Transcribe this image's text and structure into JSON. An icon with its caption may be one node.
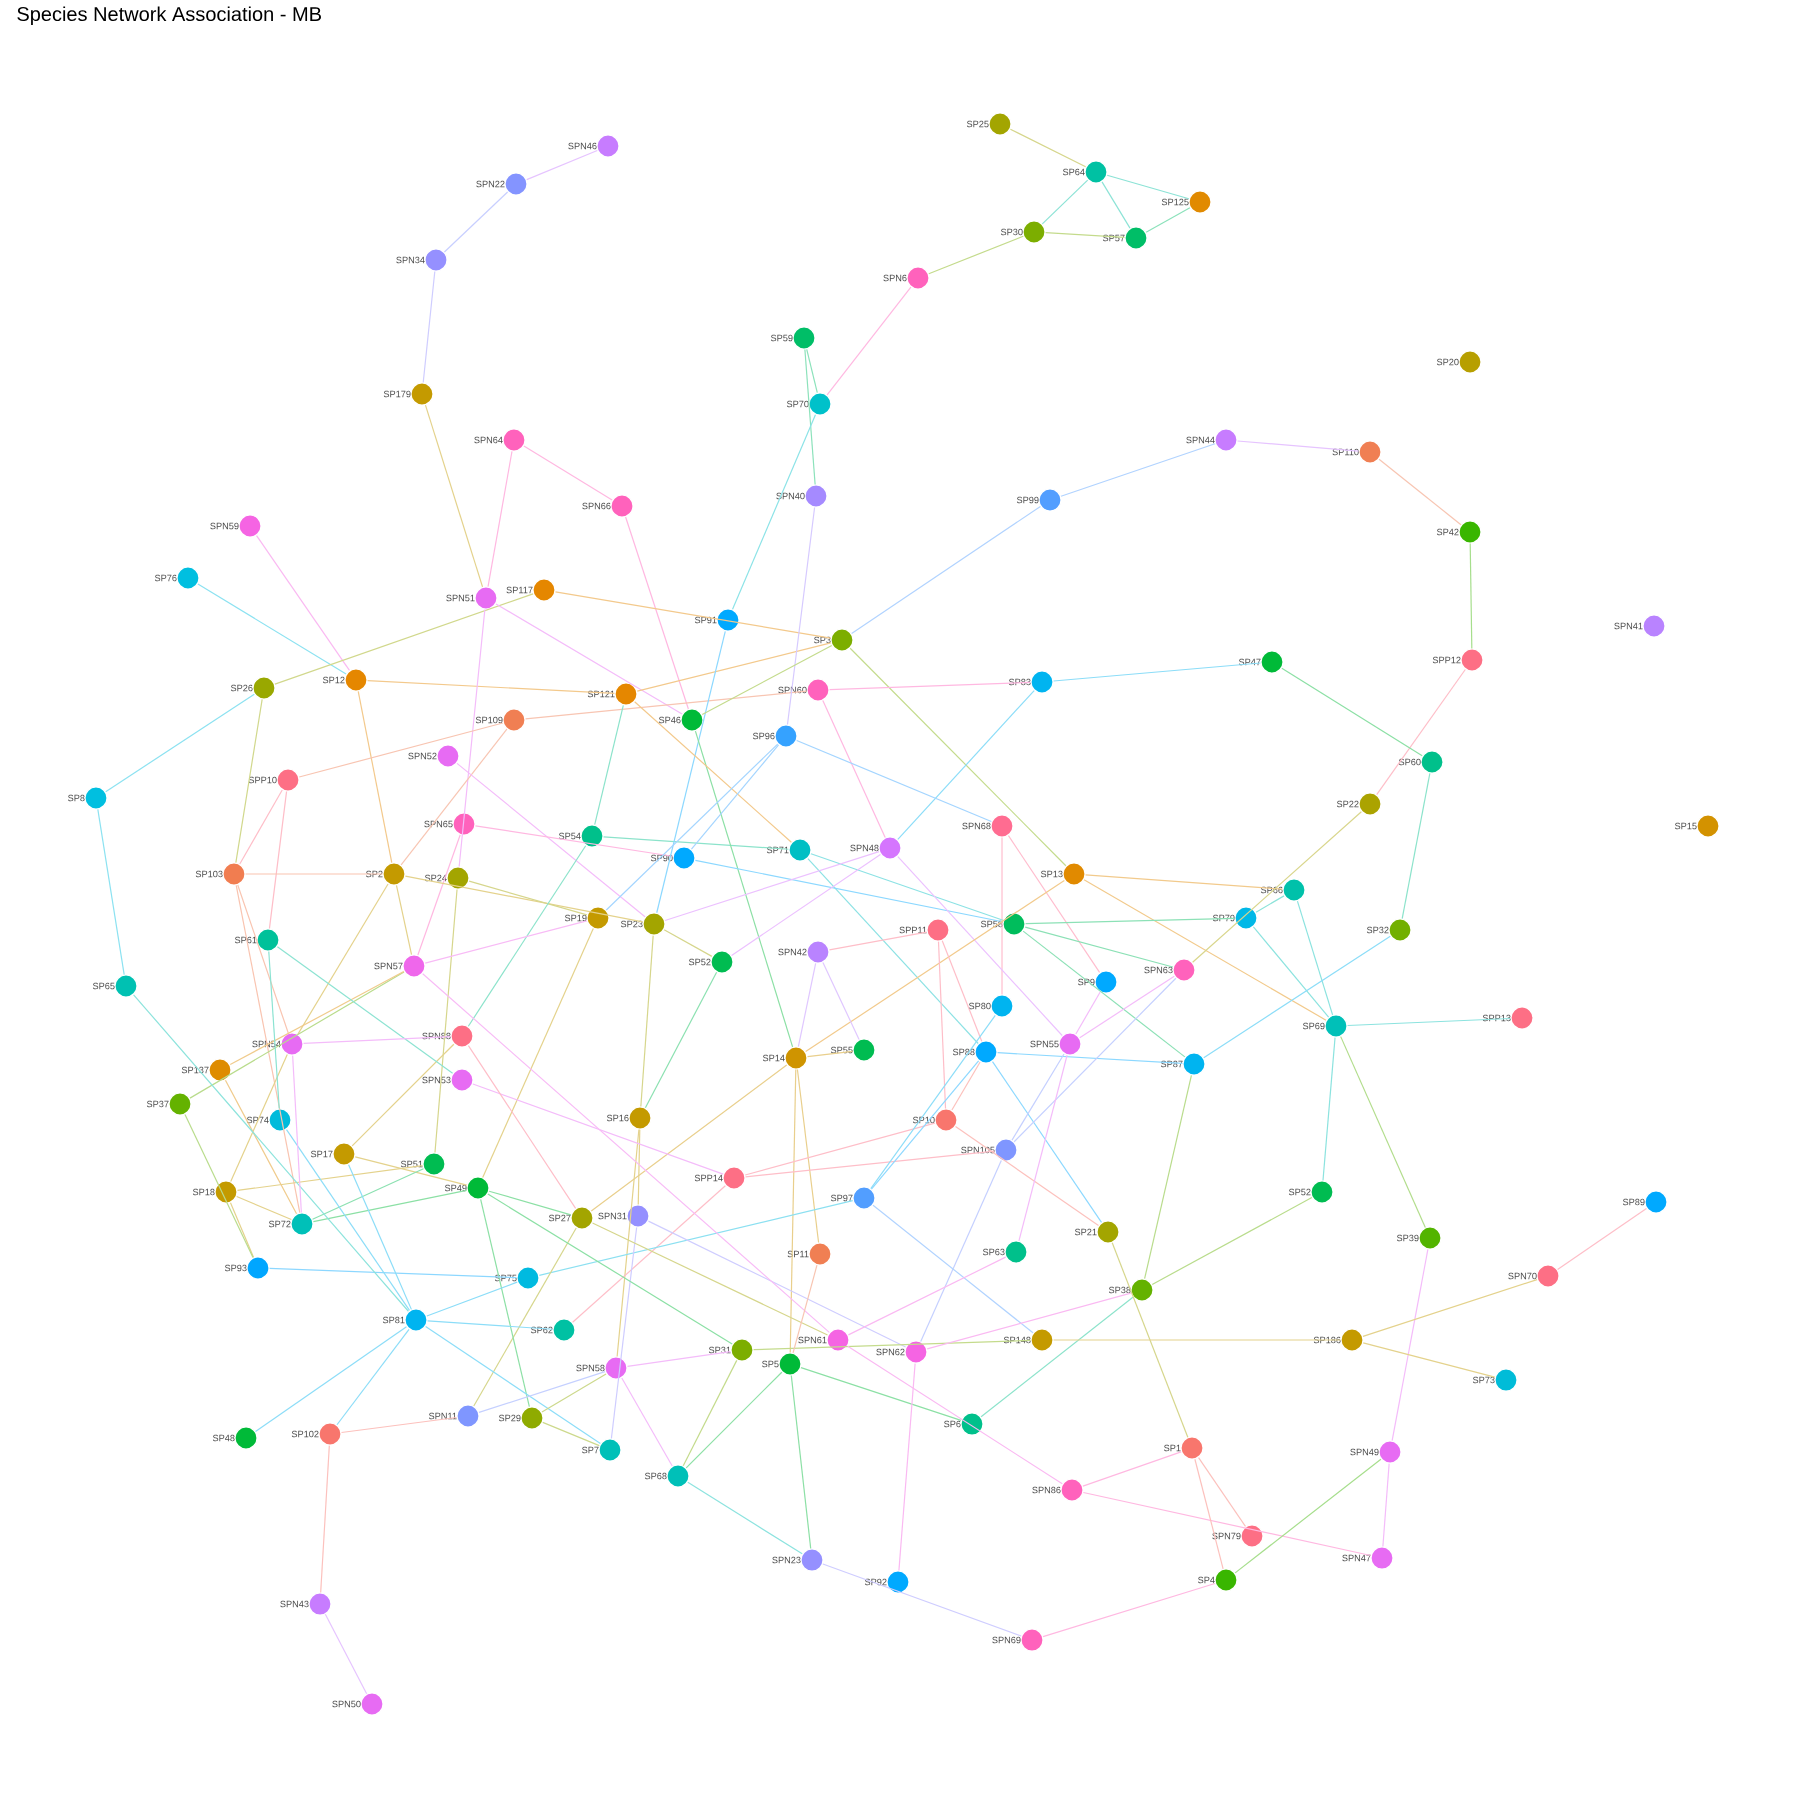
{
  "diagram": {
    "title": "Species Network Association - MB",
    "nodes": [
      {
        "text": [
          "SPN46"
        ]
      },
      {
        "text": [
          "SPN22"
        ]
      },
      {
        "text": [
          "SPN34"
        ]
      },
      {
        "text": [
          "SP179"
        ]
      },
      {
        "text": [
          "SPN64"
        ]
      },
      {
        "text": [
          "SPN66"
        ]
      },
      {
        "text": [
          "SPN59"
        ]
      },
      {
        "text": [
          "SP76"
        ]
      },
      {
        "text": [
          "SPN51"
        ]
      },
      {
        "text": [
          "SP117"
        ]
      },
      {
        "text": [
          "SP26"
        ]
      },
      {
        "text": [
          "SP12"
        ]
      },
      {
        "text": [
          "SP121"
        ]
      },
      {
        "text": [
          "SP109"
        ]
      },
      {
        "text": [
          "SPN52"
        ]
      },
      {
        "text": [
          "SPP10"
        ]
      },
      {
        "text": [
          "SP8"
        ]
      },
      {
        "text": [
          "SPN65"
        ]
      },
      {
        "text": [
          "SP103"
        ]
      },
      {
        "text": [
          "SP2"
        ]
      },
      {
        "text": [
          "SP24"
        ]
      },
      {
        "text": [
          "SP19"
        ]
      },
      {
        "text": [
          "SP54"
        ]
      },
      {
        "text": [
          "SP25"
        ]
      },
      {
        "text": [
          "SP64"
        ]
      },
      {
        "text": [
          "SP125"
        ]
      },
      {
        "text": [
          "SP30"
        ]
      },
      {
        "text": [
          "SP57"
        ]
      },
      {
        "text": [
          "SPN6"
        ]
      },
      {
        "text": [
          "SP59"
        ]
      },
      {
        "text": [
          "SP70"
        ]
      },
      {
        "text": [
          "SPN40"
        ]
      },
      {
        "text": [
          "SP99"
        ]
      },
      {
        "text": [
          "SPN44"
        ]
      },
      {
        "text": [
          "SP91"
        ]
      },
      {
        "text": [
          "SP3"
        ]
      },
      {
        "text": [
          "SPN60"
        ]
      },
      {
        "text": [
          "SP83"
        ]
      },
      {
        "text": [
          "SP46"
        ]
      },
      {
        "text": [
          "SP96"
        ]
      },
      {
        "text": [
          "SPN68"
        ]
      },
      {
        "text": [
          "SP71"
        ]
      },
      {
        "text": [
          "SP90"
        ]
      },
      {
        "text": [
          "SPN48"
        ]
      },
      {
        "text": [
          "SP13"
        ]
      },
      {
        "text": [
          "SP23"
        ]
      },
      {
        "text": [
          "SPP11"
        ]
      },
      {
        "text": [
          "SP58"
        ]
      },
      {
        "text": [
          "SP20"
        ]
      },
      {
        "text": [
          "SP110"
        ]
      },
      {
        "text": [
          "SP42"
        ]
      },
      {
        "text": [
          "SPN41"
        ]
      },
      {
        "text": [
          "SPP12"
        ]
      },
      {
        "text": [
          "SP47"
        ]
      },
      {
        "text": [
          "SP60"
        ]
      },
      {
        "text": [
          "SP22"
        ]
      },
      {
        "text": [
          "SP15"
        ]
      },
      {
        "text": [
          "SP66"
        ]
      },
      {
        "text": [
          "SP79"
        ]
      },
      {
        "text": [
          "SP32"
        ]
      },
      {
        "text": [
          "SP61"
        ]
      },
      {
        "text": [
          "SPN57"
        ]
      },
      {
        "text": [
          "SP65"
        ]
      },
      {
        "text": [
          "SPN54"
        ]
      },
      {
        "text": [
          "SPN88"
        ]
      },
      {
        "text": [
          "SP137"
        ]
      },
      {
        "text": [
          "SPN53"
        ]
      },
      {
        "text": [
          "SP37"
        ]
      },
      {
        "text": [
          "SP74"
        ]
      },
      {
        "text": [
          "SP17"
        ]
      },
      {
        "text": [
          "SP51"
        ]
      },
      {
        "text": [
          "SP49"
        ]
      },
      {
        "text": [
          "SP18"
        ]
      },
      {
        "text": [
          "SP72"
        ]
      },
      {
        "text": [
          "SP27"
        ]
      },
      {
        "text": [
          "SPN31"
        ]
      },
      {
        "text": [
          "SP93"
        ]
      },
      {
        "text": [
          "SP75"
        ]
      },
      {
        "text": [
          "SP81"
        ]
      },
      {
        "text": [
          "SP62"
        ]
      },
      {
        "text": [
          "SPN58"
        ]
      },
      {
        "text": [
          "SPN11"
        ]
      },
      {
        "text": [
          "SP29"
        ]
      },
      {
        "text": [
          "SP48"
        ]
      },
      {
        "text": [
          "SP102"
        ]
      },
      {
        "text": [
          "SP7"
        ]
      },
      {
        "text": [
          "SPN43"
        ]
      },
      {
        "text": [
          "SPN50"
        ]
      },
      {
        "text": [
          "SPN42"
        ]
      },
      {
        "text": [
          "SP52"
        ]
      },
      {
        "text": [
          "SP9"
        ]
      },
      {
        "text": [
          "SPN63"
        ]
      },
      {
        "text": [
          "SP80"
        ]
      },
      {
        "text": [
          "SPN55"
        ]
      },
      {
        "text": [
          "SP88"
        ]
      },
      {
        "text": [
          "SP87"
        ]
      },
      {
        "text": [
          "SP14"
        ]
      },
      {
        "text": [
          "SP55"
        ]
      },
      {
        "text": [
          "SP16"
        ]
      },
      {
        "text": [
          "SP10"
        ]
      },
      {
        "text": [
          "SPN105"
        ]
      },
      {
        "text": [
          "SPP14"
        ]
      },
      {
        "text": [
          "SP97"
        ]
      },
      {
        "text": [
          "SP21"
        ]
      },
      {
        "text": [
          "SP11"
        ]
      },
      {
        "text": [
          "SP63"
        ]
      },
      {
        "text": [
          "SP38"
        ]
      },
      {
        "text": [
          "SPN61"
        ]
      },
      {
        "text": [
          "SP148"
        ]
      },
      {
        "text": [
          "SP31"
        ]
      },
      {
        "text": [
          "SPN62"
        ]
      },
      {
        "text": [
          "SP5"
        ]
      },
      {
        "text": [
          "SP6"
        ]
      },
      {
        "text": [
          "SP1"
        ]
      },
      {
        "text": [
          "SPN86"
        ]
      },
      {
        "text": [
          "SP68"
        ]
      },
      {
        "text": [
          "SPN23"
        ]
      },
      {
        "text": [
          "SP92"
        ]
      },
      {
        "text": [
          "SPN69"
        ]
      },
      {
        "text": [
          "SP69"
        ]
      },
      {
        "text": [
          "SPP13"
        ]
      },
      {
        "text": [
          "SP52"
        ]
      },
      {
        "text": [
          "SP39"
        ]
      },
      {
        "text": [
          "SP89"
        ]
      },
      {
        "text": [
          "SPN70"
        ]
      },
      {
        "text": [
          "SP186"
        ]
      },
      {
        "text": [
          "SP73"
        ]
      },
      {
        "text": [
          "SPN49"
        ]
      },
      {
        "text": [
          "SPN79"
        ]
      },
      {
        "text": [
          "SPN47"
        ]
      },
      {
        "text": [
          "SP4"
        ]
      }
    ],
    "edges": [
      {
        "from": 0,
        "to": 1,
        "arrow": "none",
        "color": "#e6c4ff"
      },
      {
        "from": 1,
        "to": 2,
        "arrow": "none",
        "color": "#c8cfff"
      },
      {
        "from": 2,
        "to": 3,
        "arrow": "none",
        "color": "#cfcdff"
      },
      {
        "from": 3,
        "to": 8,
        "arrow": "none",
        "color": "#e4d28c"
      },
      {
        "from": 4,
        "to": 8,
        "arrow": "none",
        "color": "#ffb8e1"
      },
      {
        "from": 4,
        "to": 5,
        "arrow": "none",
        "color": "#ffb8e1"
      },
      {
        "from": 5,
        "to": 38,
        "arrow": "none",
        "color": "#ffb8e1"
      },
      {
        "from": 6,
        "to": 11,
        "arrow": "none",
        "color": "#fab9f2"
      },
      {
        "from": 7,
        "to": 11,
        "arrow": "none",
        "color": "#8ce2f1"
      },
      {
        "from": 10,
        "to": 9,
        "arrow": "none",
        "color": "#d1d88c"
      },
      {
        "from": 16,
        "to": 10,
        "arrow": "none",
        "color": "#8ce2f1"
      },
      {
        "from": 10,
        "to": 18,
        "arrow": "none",
        "color": "#d1d88c"
      },
      {
        "from": 11,
        "to": 12,
        "arrow": "none",
        "color": "#f3c98c"
      },
      {
        "from": 11,
        "to": 19,
        "arrow": "none",
        "color": "#f3c98c"
      },
      {
        "from": 9,
        "to": 35,
        "arrow": "none",
        "color": "#f3c98c"
      },
      {
        "from": 8,
        "to": 20,
        "arrow": "none",
        "color": "#f4bcfa"
      },
      {
        "from": 8,
        "to": 38,
        "arrow": "none",
        "color": "#f4bcfa"
      },
      {
        "from": 12,
        "to": 35,
        "arrow": "none",
        "color": "#f3c98c"
      },
      {
        "from": 13,
        "to": 36,
        "arrow": "none",
        "color": "#f8c5b2"
      },
      {
        "from": 13,
        "to": 15,
        "arrow": "none",
        "color": "#f8c5b2"
      },
      {
        "from": 13,
        "to": 19,
        "arrow": "none",
        "color": "#f8c5b2"
      },
      {
        "from": 14,
        "to": 45,
        "arrow": "none",
        "color": "#f4bcfa"
      },
      {
        "from": 15,
        "to": 18,
        "arrow": "none",
        "color": "#febec8"
      },
      {
        "from": 15,
        "to": 60,
        "arrow": "none",
        "color": "#febec8"
      },
      {
        "from": 16,
        "to": 62,
        "arrow": "none",
        "color": "#8ce2f1"
      },
      {
        "from": 17,
        "to": 61,
        "arrow": "none",
        "color": "#ffb8e1"
      },
      {
        "from": 17,
        "to": 42,
        "arrow": "none",
        "color": "#ffb8e1"
      },
      {
        "from": 18,
        "to": 19,
        "arrow": "none",
        "color": "#f9c4b0"
      },
      {
        "from": 18,
        "to": 63,
        "arrow": "none",
        "color": "#f9c4b0"
      },
      {
        "from": 18,
        "to": 73,
        "arrow": "none",
        "color": "#f9c4b0"
      },
      {
        "from": 19,
        "to": 45,
        "arrow": "none",
        "color": "#e4d28c"
      },
      {
        "from": 20,
        "to": 21,
        "arrow": "none",
        "color": "#d6d68c"
      },
      {
        "from": 19,
        "to": 63,
        "arrow": "none",
        "color": "#e4d28c"
      },
      {
        "from": 19,
        "to": 61,
        "arrow": "none",
        "color": "#e4d28c"
      },
      {
        "from": 20,
        "to": 70,
        "arrow": "none",
        "color": "#d6d68c"
      },
      {
        "from": 22,
        "to": 41,
        "arrow": "none",
        "color": "#8ce3cb"
      },
      {
        "from": 22,
        "to": 12,
        "arrow": "none",
        "color": "#8ce3cb"
      },
      {
        "from": 22,
        "to": 64,
        "arrow": "none",
        "color": "#8ce3cb"
      },
      {
        "from": 21,
        "to": 71,
        "arrow": "none",
        "color": "#e4d28c"
      },
      {
        "from": 61,
        "to": 21,
        "arrow": "none",
        "color": "#f8bbf6"
      },
      {
        "from": 23,
        "to": 24,
        "arrow": "none",
        "color": "#d6d68c"
      },
      {
        "from": 24,
        "to": 25,
        "arrow": "none",
        "color": "#8ce3d6"
      },
      {
        "from": 24,
        "to": 26,
        "arrow": "none",
        "color": "#8ce3d6"
      },
      {
        "from": 24,
        "to": 27,
        "arrow": "none",
        "color": "#8ce3d6"
      },
      {
        "from": 26,
        "to": 27,
        "arrow": "none",
        "color": "#c4db8c"
      },
      {
        "from": 27,
        "to": 25,
        "arrow": "none",
        "color": "#8ce2bb"
      },
      {
        "from": 26,
        "to": 28,
        "arrow": "none",
        "color": "#c4db8c"
      },
      {
        "from": 28,
        "to": 30,
        "arrow": "none",
        "color": "#ffb8e1"
      },
      {
        "from": 29,
        "to": 30,
        "arrow": "none",
        "color": "#8ce2bb"
      },
      {
        "from": 29,
        "to": 31,
        "arrow": "none",
        "color": "#8ce2bb"
      },
      {
        "from": 30,
        "to": 34,
        "arrow": "none",
        "color": "#8ce3e7"
      },
      {
        "from": 31,
        "to": 39,
        "arrow": "none",
        "color": "#d6caff"
      },
      {
        "from": 32,
        "to": 33,
        "arrow": "none",
        "color": "#b1d3ff"
      },
      {
        "from": 32,
        "to": 35,
        "arrow": "none",
        "color": "#b1d3ff"
      },
      {
        "from": 34,
        "to": 45,
        "arrow": "none",
        "color": "#8cd8ff"
      },
      {
        "from": 35,
        "to": 38,
        "arrow": "none",
        "color": "#c4db8c"
      },
      {
        "from": 35,
        "to": 44,
        "arrow": "none",
        "color": "#c4db8c"
      },
      {
        "from": 36,
        "to": 37,
        "arrow": "none",
        "color": "#ffb8e1"
      },
      {
        "from": 36,
        "to": 43,
        "arrow": "none",
        "color": "#ffb8e1"
      },
      {
        "from": 37,
        "to": 43,
        "arrow": "none",
        "color": "#8cddf8"
      },
      {
        "from": 37,
        "to": 53,
        "arrow": "none",
        "color": "#8cddf8"
      },
      {
        "from": 38,
        "to": 96,
        "arrow": "none",
        "color": "#8ce0a5"
      },
      {
        "from": 96,
        "to": 111,
        "arrow": "none",
        "color": "#e9cf8c"
      },
      {
        "from": 12,
        "to": 41,
        "arrow": "none",
        "color": "#f3c98c"
      },
      {
        "from": 39,
        "to": 42,
        "arrow": "none",
        "color": "#a4d5ff"
      },
      {
        "from": 39,
        "to": 40,
        "arrow": "none",
        "color": "#a4d5ff"
      },
      {
        "from": 40,
        "to": 92,
        "arrow": "none",
        "color": "#ffbdce"
      },
      {
        "from": 40,
        "to": 90,
        "arrow": "none",
        "color": "#ffbdce"
      },
      {
        "from": 41,
        "to": 47,
        "arrow": "none",
        "color": "#8ce2e4"
      },
      {
        "from": 41,
        "to": 94,
        "arrow": "none",
        "color": "#8ce2e4"
      },
      {
        "from": 42,
        "to": 47,
        "arrow": "none",
        "color": "#8cd8ff"
      },
      {
        "from": 39,
        "to": 21,
        "arrow": "none",
        "color": "#a4d5ff"
      },
      {
        "from": 43,
        "to": 45,
        "arrow": "none",
        "color": "#ecc1ff"
      },
      {
        "from": 43,
        "to": 89,
        "arrow": "none",
        "color": "#ecc1ff"
      },
      {
        "from": 43,
        "to": 93,
        "arrow": "none",
        "color": "#ecc1ff"
      },
      {
        "from": 44,
        "to": 57,
        "arrow": "none",
        "color": "#f2ca8c"
      },
      {
        "from": 44,
        "to": 119,
        "arrow": "none",
        "color": "#f2ca8c"
      },
      {
        "from": 44,
        "to": 96,
        "arrow": "none",
        "color": "#f2ca8c"
      },
      {
        "from": 46,
        "to": 88,
        "arrow": "none",
        "color": "#febec8"
      },
      {
        "from": 46,
        "to": 99,
        "arrow": "none",
        "color": "#febec8"
      },
      {
        "from": 46,
        "to": 94,
        "arrow": "none",
        "color": "#febec8"
      },
      {
        "from": 47,
        "to": 58,
        "arrow": "none",
        "color": "#8ce1b6"
      },
      {
        "from": 47,
        "to": 91,
        "arrow": "none",
        "color": "#8ce1b6"
      },
      {
        "from": 47,
        "to": 95,
        "arrow": "none",
        "color": "#8ce1b6"
      },
      {
        "from": 88,
        "to": 96,
        "arrow": "none",
        "color": "#e0c7ff"
      },
      {
        "from": 88,
        "to": 97,
        "arrow": "none",
        "color": "#e0c7ff"
      },
      {
        "from": 96,
        "to": 97,
        "arrow": "none",
        "color": "#e9cf8c"
      },
      {
        "from": 96,
        "to": 104,
        "arrow": "none",
        "color": "#e9cf8c"
      },
      {
        "from": 96,
        "to": 74,
        "arrow": "none",
        "color": "#e9cf8c"
      },
      {
        "from": 89,
        "to": 98,
        "arrow": "none",
        "color": "#8ce1b1"
      },
      {
        "from": 45,
        "to": 98,
        "arrow": "none",
        "color": "#d6d68c"
      },
      {
        "from": 98,
        "to": 75,
        "arrow": "none",
        "color": "#e4d28c"
      },
      {
        "from": 98,
        "to": 80,
        "arrow": "none",
        "color": "#e4d28c"
      },
      {
        "from": 45,
        "to": 89,
        "arrow": "none",
        "color": "#d6d68c"
      },
      {
        "from": 101,
        "to": 99,
        "arrow": "none",
        "color": "#febec8"
      },
      {
        "from": 101,
        "to": 100,
        "arrow": "none",
        "color": "#febec8"
      },
      {
        "from": 66,
        "to": 101,
        "arrow": "none",
        "color": "#f4bcfa"
      },
      {
        "from": 101,
        "to": 79,
        "arrow": "none",
        "color": "#febec8"
      },
      {
        "from": 99,
        "to": 94,
        "arrow": "none",
        "color": "#fcc1bd"
      },
      {
        "from": 99,
        "to": 103,
        "arrow": "none",
        "color": "#fcc1bd"
      },
      {
        "from": 94,
        "to": 102,
        "arrow": "none",
        "color": "#8cd8ff"
      },
      {
        "from": 92,
        "to": 102,
        "arrow": "none",
        "color": "#8cddf8"
      },
      {
        "from": 94,
        "to": 95,
        "arrow": "none",
        "color": "#8cd8ff"
      },
      {
        "from": 94,
        "to": 103,
        "arrow": "none",
        "color": "#8cd8ff"
      },
      {
        "from": 100,
        "to": 93,
        "arrow": "none",
        "color": "#c5d0ff"
      },
      {
        "from": 100,
        "to": 91,
        "arrow": "none",
        "color": "#c5d0ff"
      },
      {
        "from": 100,
        "to": 110,
        "arrow": "none",
        "color": "#c5d0ff"
      },
      {
        "from": 93,
        "to": 90,
        "arrow": "none",
        "color": "#f4bcfa"
      },
      {
        "from": 93,
        "to": 91,
        "arrow": "none",
        "color": "#f4bcfa"
      },
      {
        "from": 93,
        "to": 105,
        "arrow": "none",
        "color": "#f4bcfa"
      },
      {
        "from": 102,
        "to": 108,
        "arrow": "none",
        "color": "#b1d3ff"
      },
      {
        "from": 77,
        "to": 102,
        "arrow": "none",
        "color": "#8ce0f1"
      },
      {
        "from": 75,
        "to": 110,
        "arrow": "none",
        "color": "#cfcdff"
      },
      {
        "from": 75,
        "to": 85,
        "arrow": "none",
        "color": "#cfcdff"
      },
      {
        "from": 74,
        "to": 81,
        "arrow": "none",
        "color": "#d6d68c"
      },
      {
        "from": 74,
        "to": 107,
        "arrow": "none",
        "color": "#d6d68c"
      },
      {
        "from": 71,
        "to": 109,
        "arrow": "none",
        "color": "#8ce0a5"
      },
      {
        "from": 71,
        "to": 82,
        "arrow": "none",
        "color": "#8ce0a5"
      },
      {
        "from": 69,
        "to": 71,
        "arrow": "none",
        "color": "#e4d28c"
      },
      {
        "from": 72,
        "to": 70,
        "arrow": "none",
        "color": "#e4d28c"
      },
      {
        "from": 71,
        "to": 73,
        "arrow": "none",
        "color": "#8ce0a5"
      },
      {
        "from": 70,
        "to": 73,
        "arrow": "none",
        "color": "#8ce1b1"
      },
      {
        "from": 71,
        "to": 74,
        "arrow": "none",
        "color": "#8ce0a5"
      },
      {
        "from": 78,
        "to": 77,
        "arrow": "none",
        "color": "#8cddf8"
      },
      {
        "from": 76,
        "to": 77,
        "arrow": "none",
        "color": "#8cd7ff"
      },
      {
        "from": 78,
        "to": 79,
        "arrow": "none",
        "color": "#8cddf8"
      },
      {
        "from": 78,
        "to": 85,
        "arrow": "none",
        "color": "#8cddf8"
      },
      {
        "from": 78,
        "to": 83,
        "arrow": "none",
        "color": "#8cddf8"
      },
      {
        "from": 78,
        "to": 84,
        "arrow": "none",
        "color": "#8cddf8"
      },
      {
        "from": 78,
        "to": 68,
        "arrow": "none",
        "color": "#8cddf8"
      },
      {
        "from": 78,
        "to": 69,
        "arrow": "none",
        "color": "#8cddf8"
      },
      {
        "from": 69,
        "to": 64,
        "arrow": "none",
        "color": "#e4d28c"
      },
      {
        "from": 72,
        "to": 73,
        "arrow": "none",
        "color": "#e4d28c"
      },
      {
        "from": 72,
        "to": 76,
        "arrow": "none",
        "color": "#e4d28c"
      },
      {
        "from": 72,
        "to": 63,
        "arrow": "none",
        "color": "#e4d28c"
      },
      {
        "from": 67,
        "to": 76,
        "arrow": "none",
        "color": "#b9dc8c"
      },
      {
        "from": 67,
        "to": 61,
        "arrow": "none",
        "color": "#b9dc8c"
      },
      {
        "from": 65,
        "to": 61,
        "arrow": "none",
        "color": "#f0cb8c"
      },
      {
        "from": 65,
        "to": 73,
        "arrow": "none",
        "color": "#f0cb8c"
      },
      {
        "from": 62,
        "to": 78,
        "arrow": "none",
        "color": "#8ce3dc"
      },
      {
        "from": 60,
        "to": 66,
        "arrow": "none",
        "color": "#8ce3d2"
      },
      {
        "from": 60,
        "to": 68,
        "arrow": "none",
        "color": "#8ce3d2"
      },
      {
        "from": 63,
        "to": 64,
        "arrow": "none",
        "color": "#f4bcfa"
      },
      {
        "from": 63,
        "to": 73,
        "arrow": "none",
        "color": "#f4bcfa"
      },
      {
        "from": 64,
        "to": 74,
        "arrow": "none",
        "color": "#febec8"
      },
      {
        "from": 61,
        "to": 107,
        "arrow": "none",
        "color": "#f8bbf6"
      },
      {
        "from": 84,
        "to": 81,
        "arrow": "none",
        "color": "#fcc1bd"
      },
      {
        "from": 84,
        "to": 86,
        "arrow": "none",
        "color": "#fcc1bd"
      },
      {
        "from": 86,
        "to": 87,
        "arrow": "none",
        "color": "#e6c4ff"
      },
      {
        "from": 81,
        "to": 80,
        "arrow": "none",
        "color": "#c5d0ff"
      },
      {
        "from": 82,
        "to": 80,
        "arrow": "none",
        "color": "#cdd98c"
      },
      {
        "from": 82,
        "to": 85,
        "arrow": "none",
        "color": "#cdd98c"
      },
      {
        "from": 80,
        "to": 115,
        "arrow": "none",
        "color": "#f4bcfa"
      },
      {
        "from": 80,
        "to": 109,
        "arrow": "none",
        "color": "#f4bcfa"
      },
      {
        "from": 109,
        "to": 115,
        "arrow": "none",
        "color": "#c4db8c"
      },
      {
        "from": 111,
        "to": 115,
        "arrow": "none",
        "color": "#8ce0a5"
      },
      {
        "from": 109,
        "to": 108,
        "arrow": "none",
        "color": "#c4db8c"
      },
      {
        "from": 111,
        "to": 112,
        "arrow": "none",
        "color": "#8ce0a5"
      },
      {
        "from": 111,
        "to": 116,
        "arrow": "none",
        "color": "#8ce0a5"
      },
      {
        "from": 104,
        "to": 111,
        "arrow": "none",
        "color": "#f8c5b2"
      },
      {
        "from": 107,
        "to": 105,
        "arrow": "none",
        "color": "#fab9f2"
      },
      {
        "from": 107,
        "to": 114,
        "arrow": "none",
        "color": "#fab9f2"
      },
      {
        "from": 110,
        "to": 106,
        "arrow": "none",
        "color": "#fab9f2"
      },
      {
        "from": 110,
        "to": 117,
        "arrow": "none",
        "color": "#fab9f2"
      },
      {
        "from": 112,
        "to": 106,
        "arrow": "none",
        "color": "#8ce3cb"
      },
      {
        "from": 106,
        "to": 95,
        "arrow": "none",
        "color": "#b9dc8c"
      },
      {
        "from": 106,
        "to": 121,
        "arrow": "none",
        "color": "#b9dc8c"
      },
      {
        "from": 103,
        "to": 113,
        "arrow": "none",
        "color": "#d6d68c"
      },
      {
        "from": 108,
        "to": 125,
        "arrow": "none",
        "color": "#e4d28c"
      },
      {
        "from": 115,
        "to": 116,
        "arrow": "none",
        "color": "#8ce3df"
      },
      {
        "from": 116,
        "to": 118,
        "arrow": "none",
        "color": "#cfcdff"
      },
      {
        "from": 118,
        "to": 130,
        "arrow": "none",
        "color": "#ffb8e1"
      },
      {
        "from": 114,
        "to": 113,
        "arrow": "none",
        "color": "#ffb8e1"
      },
      {
        "from": 114,
        "to": 129,
        "arrow": "none",
        "color": "#ffb8e1"
      },
      {
        "from": 113,
        "to": 128,
        "arrow": "none",
        "color": "#fcc1bd"
      },
      {
        "from": 113,
        "to": 130,
        "arrow": "none",
        "color": "#fcc1bd"
      },
      {
        "from": 130,
        "to": 127,
        "arrow": "none",
        "color": "#a6de8c"
      },
      {
        "from": 127,
        "to": 129,
        "arrow": "none",
        "color": "#f4bcfa"
      },
      {
        "from": 127,
        "to": 122,
        "arrow": "none",
        "color": "#f4bcfa"
      },
      {
        "from": 122,
        "to": 119,
        "arrow": "none",
        "color": "#b2dd8c"
      },
      {
        "from": 119,
        "to": 121,
        "arrow": "none",
        "color": "#8ce3df"
      },
      {
        "from": 119,
        "to": 120,
        "arrow": "none",
        "color": "#8ce3df"
      },
      {
        "from": 119,
        "to": 58,
        "arrow": "none",
        "color": "#8ce3df"
      },
      {
        "from": 119,
        "to": 57,
        "arrow": "none",
        "color": "#8ce3df"
      },
      {
        "from": 95,
        "to": 59,
        "arrow": "none",
        "color": "#8cddf8"
      },
      {
        "from": 125,
        "to": 124,
        "arrow": "none",
        "color": "#e4d28c"
      },
      {
        "from": 125,
        "to": 126,
        "arrow": "none",
        "color": "#e4d28c"
      },
      {
        "from": 124,
        "to": 123,
        "arrow": "none",
        "color": "#febec8"
      },
      {
        "from": 33,
        "to": 49,
        "arrow": "none",
        "color": "#e6c4ff"
      },
      {
        "from": 49,
        "to": 50,
        "arrow": "none",
        "color": "#f8c5b2"
      },
      {
        "from": 50,
        "to": 52,
        "arrow": "none",
        "color": "#a6de8c"
      },
      {
        "from": 52,
        "to": 55,
        "arrow": "none",
        "color": "#febec8"
      },
      {
        "from": 53,
        "to": 54,
        "arrow": "none",
        "color": "#8ce0a5"
      },
      {
        "from": 54,
        "to": 59,
        "arrow": "none",
        "color": "#8ce3cb"
      },
      {
        "from": 55,
        "to": 91,
        "arrow": "none",
        "color": "#d9d68c"
      },
      {
        "from": 57,
        "to": 58,
        "arrow": "none",
        "color": "#8ce3d9"
      }
    ]
  }
}
